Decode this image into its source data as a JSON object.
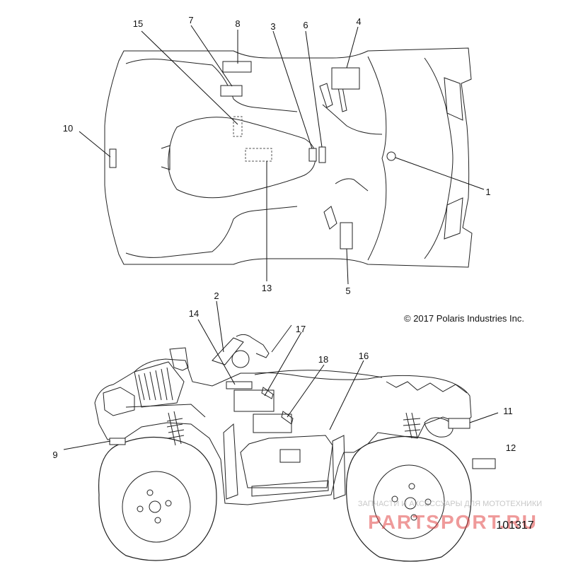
{
  "copyright": "© 2017 Polaris Industries Inc.",
  "drawing_number": "101317",
  "watermark": {
    "tagline": "ЗАПЧАСТИ И АКСЕССУАРЫ ДЛЯ МОТОТЕХНИКИ",
    "brand": "PARTSPORT.RU"
  },
  "callouts": [
    {
      "id": "callout-1",
      "text": "1"
    },
    {
      "id": "callout-2",
      "text": "2"
    },
    {
      "id": "callout-3",
      "text": "3"
    },
    {
      "id": "callout-4",
      "text": "4"
    },
    {
      "id": "callout-5",
      "text": "5"
    },
    {
      "id": "callout-6",
      "text": "6"
    },
    {
      "id": "callout-7",
      "text": "7"
    },
    {
      "id": "callout-8",
      "text": "8"
    },
    {
      "id": "callout-9",
      "text": "9"
    },
    {
      "id": "callout-10",
      "text": "10"
    },
    {
      "id": "callout-11",
      "text": "11"
    },
    {
      "id": "callout-12",
      "text": "12"
    },
    {
      "id": "callout-13",
      "text": "13"
    },
    {
      "id": "callout-14",
      "text": "14"
    },
    {
      "id": "callout-15",
      "text": "15"
    },
    {
      "id": "callout-16",
      "text": "16"
    },
    {
      "id": "callout-17",
      "text": "17"
    },
    {
      "id": "callout-18",
      "text": "18"
    }
  ]
}
